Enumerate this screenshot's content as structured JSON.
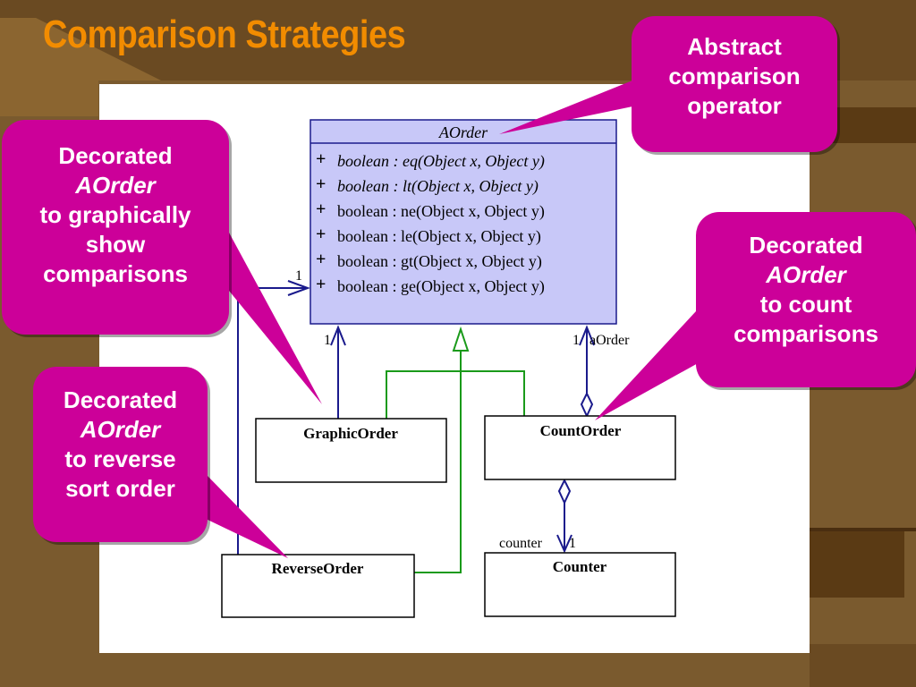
{
  "slide": {
    "title": "Comparison Strategies"
  },
  "diagram": {
    "aorder_class": {
      "name": "AOrder",
      "methods": [
        {
          "visibility": "+",
          "signature": "boolean : eq(Object x, Object y)",
          "abstract": true
        },
        {
          "visibility": "+",
          "signature": "boolean : lt(Object x, Object y)",
          "abstract": true
        },
        {
          "visibility": "+",
          "signature": "boolean : ne(Object x, Object y)",
          "abstract": false
        },
        {
          "visibility": "+",
          "signature": "boolean : le(Object x, Object y)",
          "abstract": false
        },
        {
          "visibility": "+",
          "signature": "boolean : gt(Object x, Object y)",
          "abstract": false
        },
        {
          "visibility": "+",
          "signature": "boolean : ge(Object x, Object y)",
          "abstract": false
        }
      ]
    },
    "classes": {
      "graphic_order": "GraphicOrder",
      "count_order": "CountOrder",
      "reverse_order": "ReverseOrder",
      "counter": "Counter"
    },
    "labels": {
      "mult_reverse": "1",
      "mult_graphic": "1",
      "mult_count": "1",
      "role_aorder": "aOrder",
      "role_counter": "counter",
      "mult_counter": "1"
    },
    "colors": {
      "class_fill": "#c8c8f8",
      "association": "#1a1a8c",
      "generalization": "#1a9a1a"
    }
  },
  "callouts": {
    "abstract": {
      "line1": "Abstract",
      "line2": "comparison",
      "line3": "operator"
    },
    "graphic": {
      "line1": "Decorated",
      "emph": "AOrder",
      "line2": "to graphically",
      "line3": "show",
      "line4": "comparisons"
    },
    "count": {
      "line1": "Decorated",
      "emph": "AOrder",
      "line2": "to count",
      "line3": "comparisons"
    },
    "reverse": {
      "line1": "Decorated",
      "emph": "AOrder",
      "line2": "to reverse",
      "line3": "sort order"
    },
    "color": "#cc0099"
  }
}
